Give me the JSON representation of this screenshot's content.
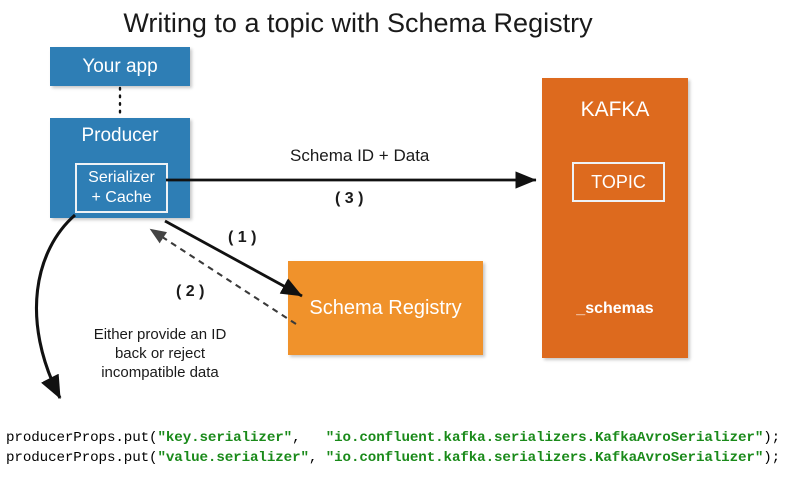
{
  "title": "Writing to a topic with Schema Registry",
  "nodes": {
    "your_app": {
      "label": "Your app",
      "color": "#2E7EB5"
    },
    "producer": {
      "label": "Producer",
      "color": "#2E7EB5",
      "inner": {
        "line1": "Serializer",
        "line2": "+ Cache"
      }
    },
    "kafka": {
      "label": "KAFKA",
      "color": "#DD6A1E",
      "topic_label": "TOPIC",
      "schemas_label": "_schemas"
    },
    "schema_registry": {
      "label": "Schema Registry",
      "color": "#F0922B"
    }
  },
  "arrows": {
    "produce": {
      "caption": "Schema ID + Data",
      "step": "( 3 )"
    },
    "register": {
      "step": "( 1 )"
    },
    "response": {
      "step": "( 2 )"
    }
  },
  "note": {
    "line1": "Either provide an ID",
    "line2": "back or reject",
    "line3": "incompatible data"
  },
  "code": {
    "line1": {
      "prefix": "producerProps.put(",
      "arg1": "\"key.serializer\"",
      "sep": ",   ",
      "arg2": "\"io.confluent.kafka.serializers.KafkaAvroSerializer\"",
      "suffix": ");"
    },
    "line2": {
      "prefix": "producerProps.put(",
      "arg1": "\"value.serializer\"",
      "sep": ", ",
      "arg2": "\"io.confluent.kafka.serializers.KafkaAvroSerializer\"",
      "suffix": ");"
    },
    "string_color": "#1a8a1a"
  }
}
